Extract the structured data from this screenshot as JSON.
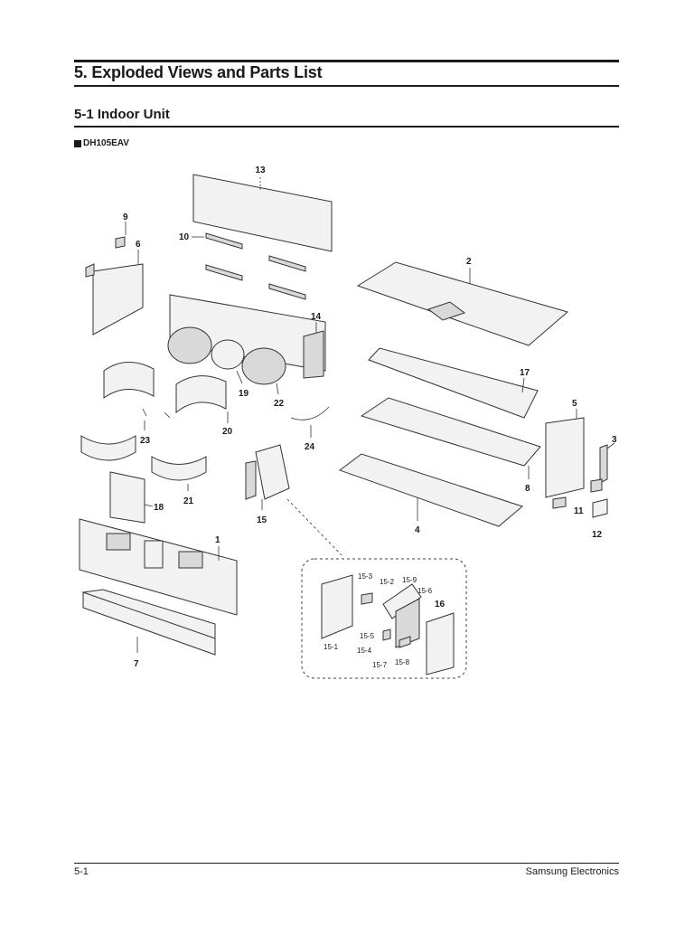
{
  "section_title": "5. Exploded Views and Parts List",
  "subsection_title": "5-1 Indoor Unit",
  "model": "DH105EAV",
  "part_labels": {
    "p1": "1",
    "p2": "2",
    "p3": "3",
    "p4": "4",
    "p5": "5",
    "p6": "6",
    "p7": "7",
    "p8": "8",
    "p9": "9",
    "p10": "10",
    "p11": "11",
    "p12": "12",
    "p13": "13",
    "p14": "14",
    "p15": "15",
    "p16": "16",
    "p17": "17",
    "p18": "18",
    "p19": "19",
    "p20": "20",
    "p21": "21",
    "p22": "22",
    "p23": "23",
    "p24": "24",
    "p15_1": "15-1",
    "p15_2": "15-2",
    "p15_3": "15-3",
    "p15_4": "15-4",
    "p15_5": "15-5",
    "p15_6": "15-6",
    "p15_7": "15-7",
    "p15_8": "15-8",
    "p15_9": "15-9"
  },
  "footer": {
    "page": "5-1",
    "company": "Samsung Electronics"
  }
}
